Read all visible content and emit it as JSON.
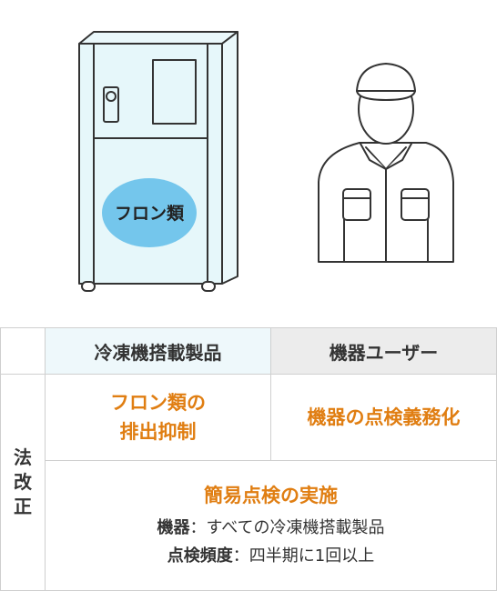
{
  "illustration": {
    "oval_label": "フロン類",
    "fridge_color": "#e6f7fa",
    "oval_color": "#74c6ec",
    "worker_color": "#ffffff",
    "stroke_color": "#333333"
  },
  "table": {
    "header_product": "冷凍機搭載製品",
    "header_user": "機器ユーザー",
    "side_label": [
      "法",
      "改",
      "正"
    ],
    "product_duty": [
      "フロン類の",
      "排出抑制"
    ],
    "user_duty": "機器の点検義務化",
    "bottom_title": "簡易点検の実施",
    "detail1_key": "機器",
    "detail1_val": "：すべての冷凍機搭載製品",
    "detail2_key": "点検頻度",
    "detail2_val": "：四半期に1回以上",
    "accent_color": "#e07e12"
  }
}
